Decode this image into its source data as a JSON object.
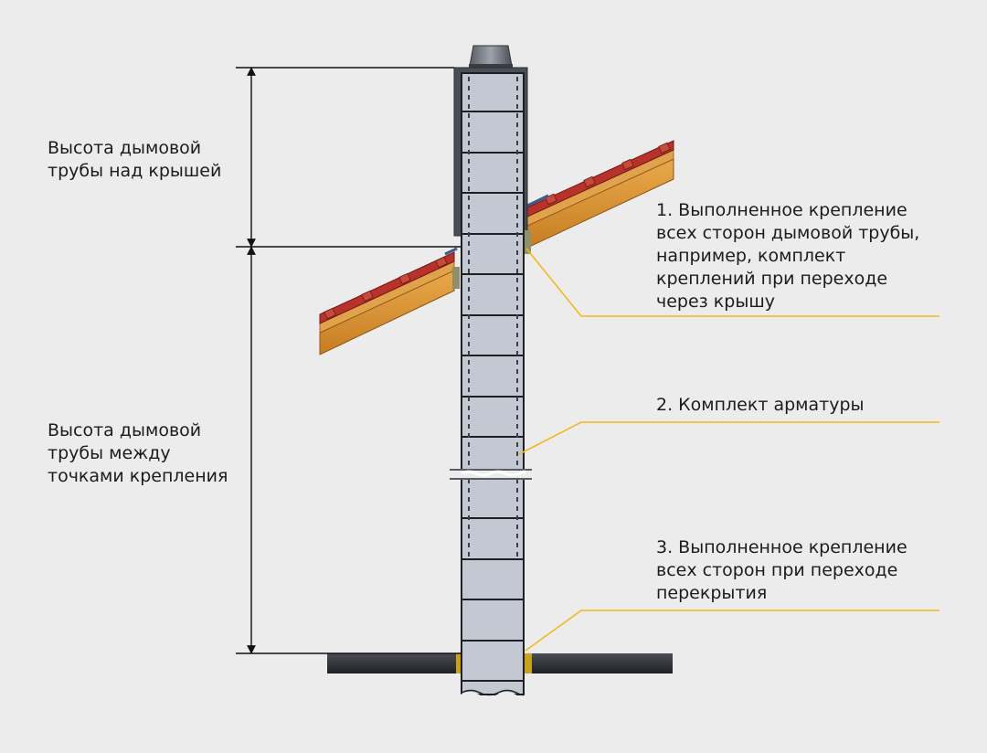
{
  "dimension_labels": {
    "above_roof": {
      "lines": [
        "Высота дымовой",
        "трубы над крышей"
      ]
    },
    "between_mounts": {
      "lines": [
        "Высота дымовой",
        "трубы между",
        "точками крепления"
      ]
    }
  },
  "callouts": [
    {
      "lines": [
        "1. Выполненное крепление",
        "всех сторон дымовой трубы,",
        "например, комплект",
        "креплений при переходе",
        "через крышу"
      ]
    },
    {
      "lines": [
        "2. Комплект арматуры"
      ]
    },
    {
      "lines": [
        "3. Выполненное крепление",
        "всех сторон при переходе",
        "перекрытия"
      ]
    }
  ],
  "colors": {
    "background": "#ececec",
    "chimney_block": "#c3c8d3",
    "roof_tile": "#b8312b",
    "roof_timber": "#d9932e",
    "leader_line": "#f2b81c",
    "floor_slab": "#2b2d33",
    "dimension_line": "#111111"
  }
}
